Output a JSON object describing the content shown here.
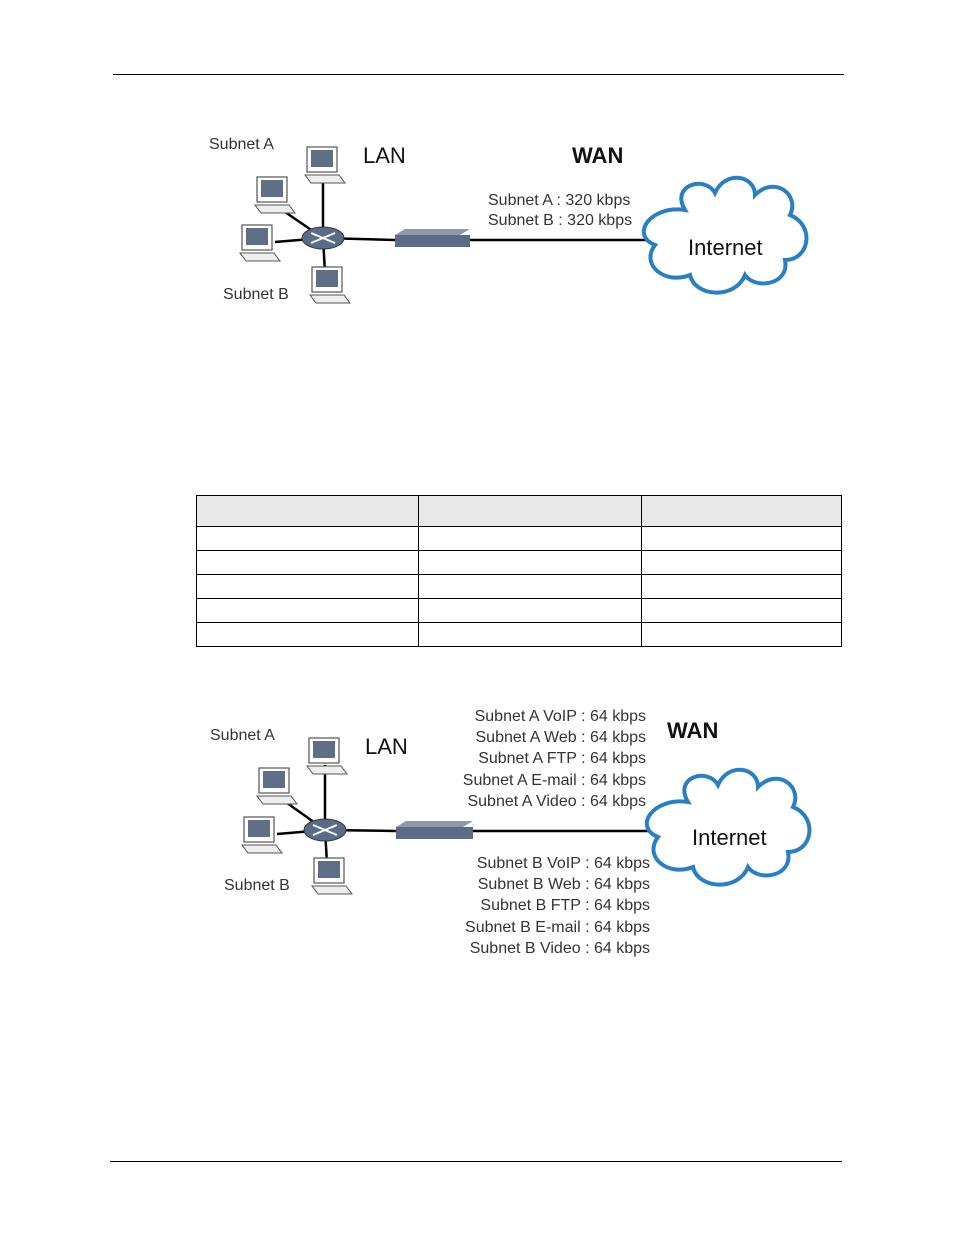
{
  "diagram1": {
    "subnet_a": "Subnet A",
    "subnet_b": "Subnet B",
    "lan": "LAN",
    "wan": "WAN",
    "internet": "Internet",
    "bandwidth": [
      "Subnet A : 320 kbps",
      "Subnet B : 320 kbps"
    ]
  },
  "table": {
    "header_count": 3,
    "rows": [
      [
        "",
        "",
        ""
      ],
      [
        "",
        "",
        ""
      ],
      [
        "",
        "",
        ""
      ],
      [
        "",
        "",
        ""
      ],
      [
        "",
        "",
        ""
      ]
    ]
  },
  "diagram2": {
    "subnet_a": "Subnet A",
    "subnet_b": "Subnet B",
    "lan": "LAN",
    "wan": "WAN",
    "internet": "Internet",
    "subnet_a_services": [
      "Subnet A VoIP : 64 kbps",
      "Subnet A Web : 64 kbps",
      "Subnet A FTP : 64 kbps",
      "Subnet A E-mail : 64 kbps",
      "Subnet A Video : 64 kbps"
    ],
    "subnet_b_services": [
      "Subnet B VoIP : 64 kbps",
      "Subnet B Web : 64 kbps",
      "Subnet B FTP : 64 kbps",
      "Subnet B E-mail : 64 kbps",
      "Subnet B Video : 64 kbps"
    ]
  },
  "colors": {
    "cloud_stroke": "#2a7fc4",
    "cloud_fill": "#ffffff",
    "router": "#5a6b85",
    "monitor_screen": "#5f6f86"
  }
}
